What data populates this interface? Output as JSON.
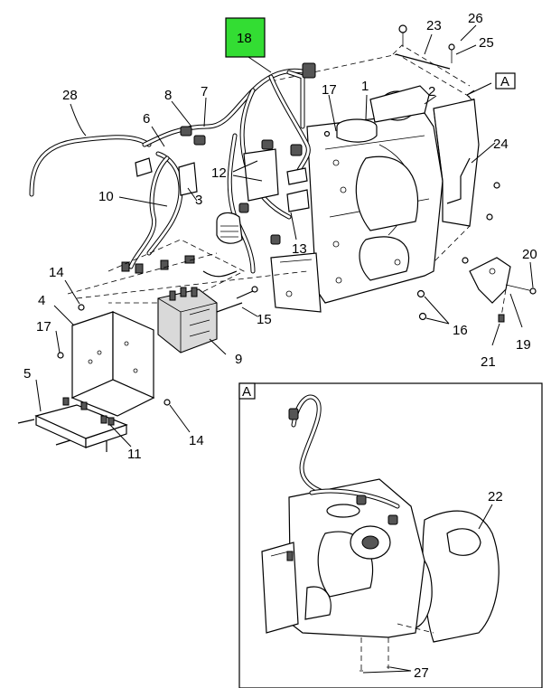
{
  "callouts": {
    "c1": "1",
    "c2": "2",
    "c3": "3",
    "c4": "4",
    "c5": "5",
    "c6": "6",
    "c7": "7",
    "c8": "8",
    "c9": "9",
    "c10": "10",
    "c11": "11",
    "c12": "12",
    "c13": "13",
    "c14a": "14",
    "c14b": "14",
    "c15": "15",
    "c16": "16",
    "c17a": "17",
    "c17b": "17",
    "c18": "18",
    "c19": "19",
    "c20": "20",
    "c21": "21",
    "c22": "22",
    "c23": "23",
    "c24": "24",
    "c25": "25",
    "c26": "26",
    "c27": "27",
    "c28": "28"
  },
  "view_labels": {
    "main_ref": "A",
    "detail": "A"
  },
  "colors": {
    "highlight": "#33dd33",
    "line": "#000000",
    "background": "#ffffff"
  }
}
